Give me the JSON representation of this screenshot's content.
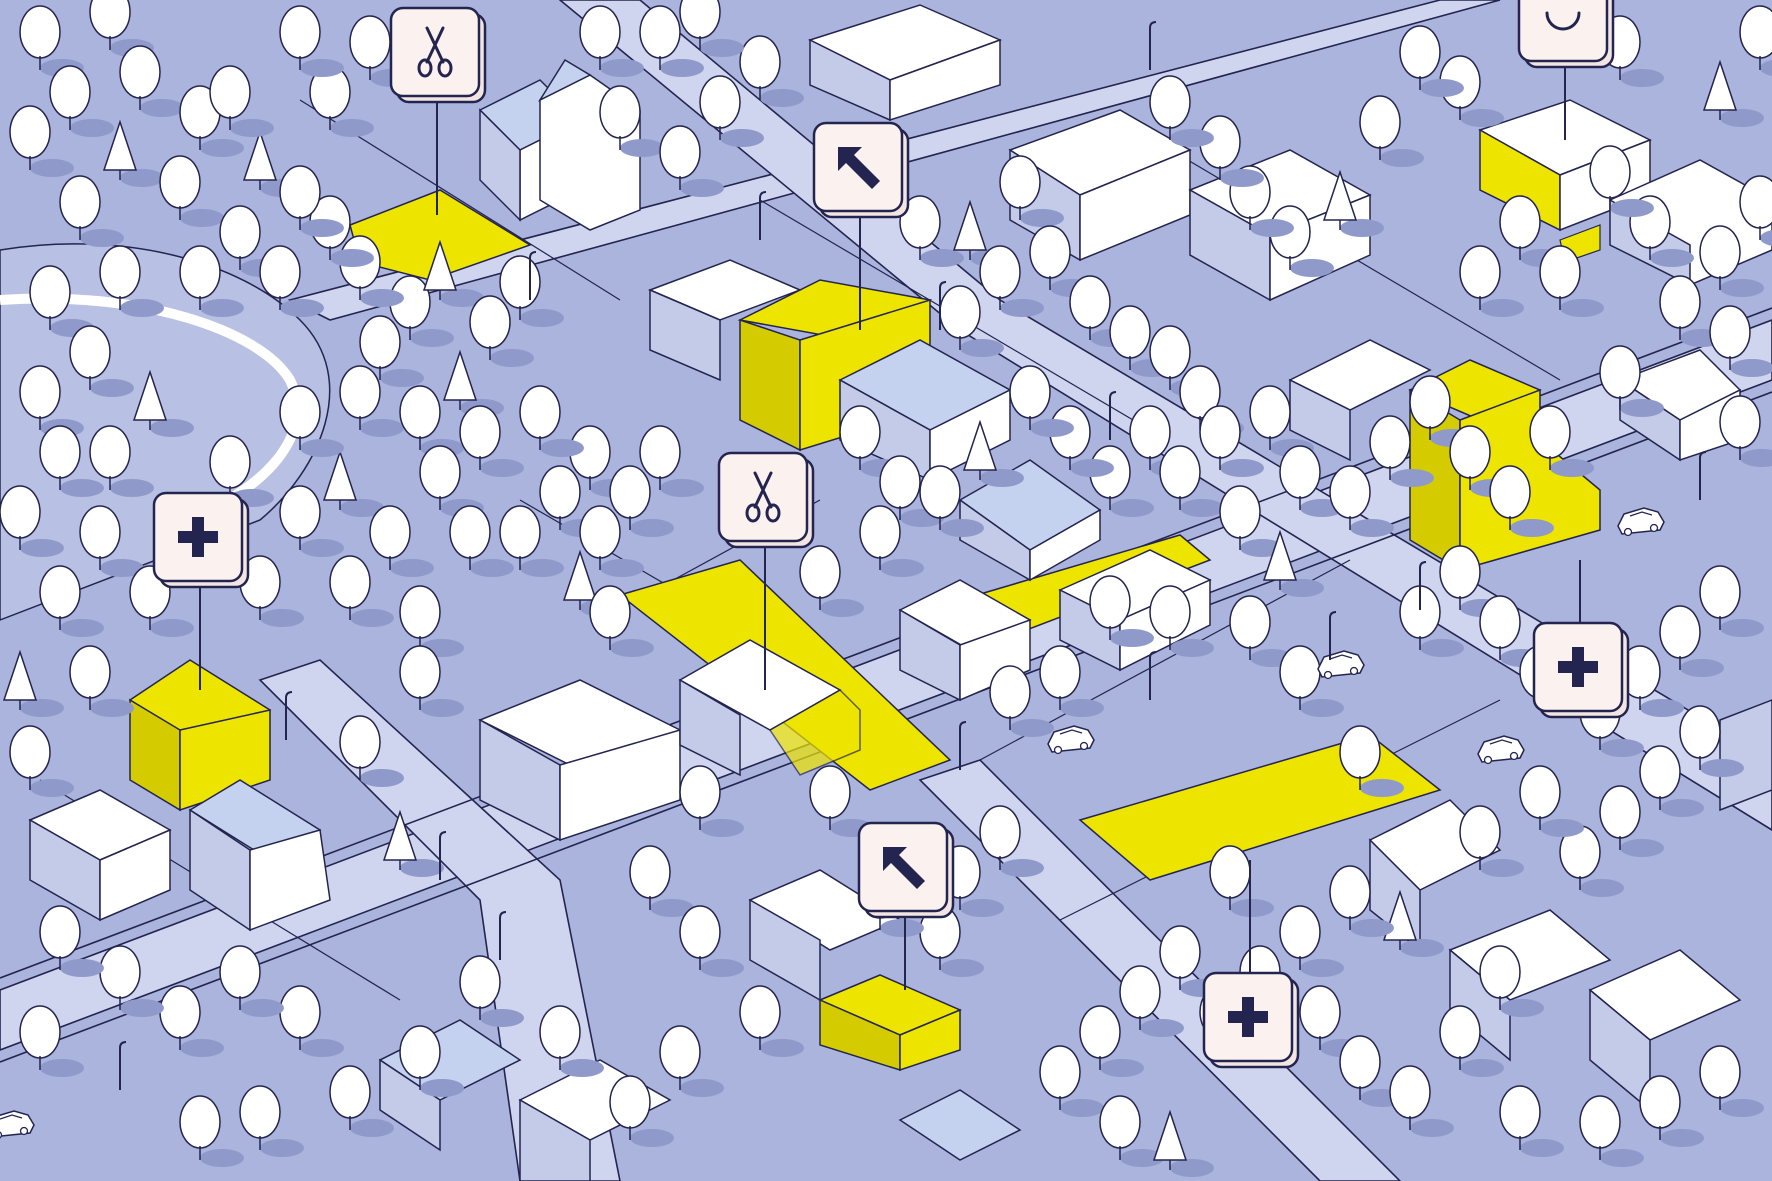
{
  "colors": {
    "ground": "#aab4dc",
    "ground_dark": "#98a3d2",
    "road": "#cfd5ee",
    "park": "#b8c1e3",
    "house_white": "#ffffff",
    "house_side": "#c3cbe9",
    "roof_blue": "#c5d2ef",
    "highlight": "#ede400",
    "highlight_side": "#d4cc00",
    "ink": "#23244f",
    "shadow": "#8f9acb",
    "sign_bg": "#fbf1ee"
  },
  "markers": [
    {
      "type": "scissors",
      "icon": "scissors-icon",
      "action": "remove"
    },
    {
      "type": "scissors",
      "icon": "scissors-icon",
      "action": "remove"
    },
    {
      "type": "arrow",
      "icon": "arrow-up-left-icon",
      "action": "relocate"
    },
    {
      "type": "arrow",
      "icon": "arrow-up-left-icon",
      "action": "relocate"
    },
    {
      "type": "plus",
      "icon": "plus-icon",
      "action": "add"
    },
    {
      "type": "plus",
      "icon": "plus-icon",
      "action": "add"
    },
    {
      "type": "plus",
      "icon": "plus-icon",
      "action": "add"
    },
    {
      "type": "cycle",
      "icon": "cycle-icon",
      "action": "convert"
    }
  ],
  "highlighted_zones": 8
}
